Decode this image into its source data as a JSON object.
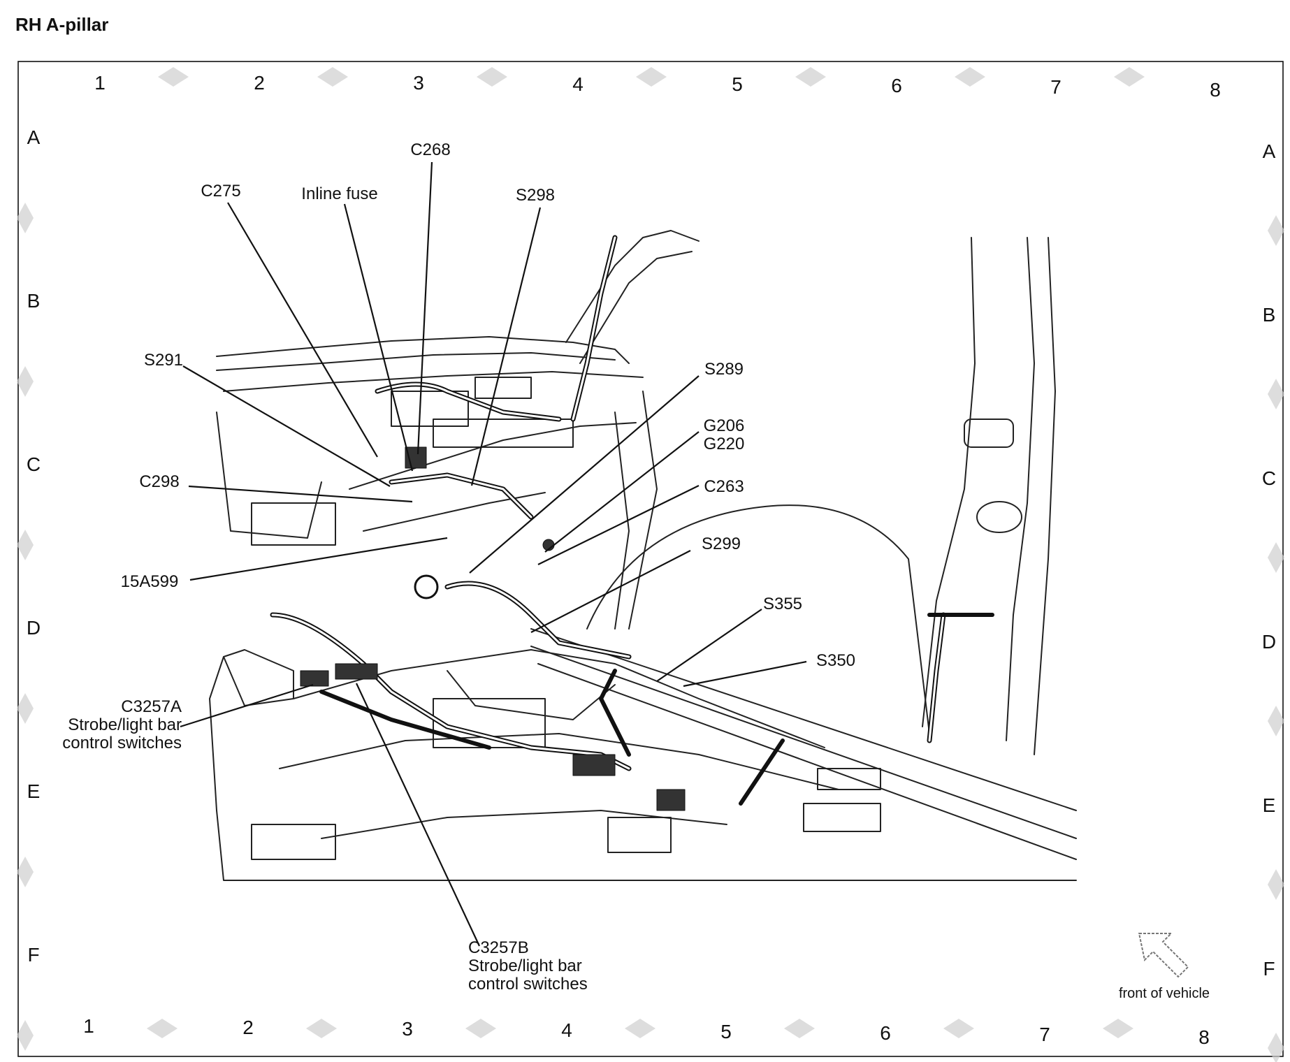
{
  "page_title": "RH A-pillar",
  "grid": {
    "columns": [
      "1",
      "2",
      "3",
      "4",
      "5",
      "6",
      "7",
      "8"
    ],
    "rows": [
      "A",
      "B",
      "C",
      "D",
      "E",
      "F"
    ]
  },
  "callouts": [
    {
      "id": "c268",
      "lines": [
        "C268"
      ]
    },
    {
      "id": "c275",
      "lines": [
        "C275"
      ]
    },
    {
      "id": "inline-fuse",
      "lines": [
        "Inline fuse"
      ]
    },
    {
      "id": "s298",
      "lines": [
        "S298"
      ]
    },
    {
      "id": "s291",
      "lines": [
        "S291"
      ]
    },
    {
      "id": "s289",
      "lines": [
        "S289"
      ]
    },
    {
      "id": "g206-g220",
      "lines": [
        "G206",
        "G220"
      ]
    },
    {
      "id": "c263",
      "lines": [
        "C263"
      ]
    },
    {
      "id": "c298",
      "lines": [
        "C298"
      ]
    },
    {
      "id": "s299",
      "lines": [
        "S299"
      ]
    },
    {
      "id": "15a599",
      "lines": [
        "15A599"
      ]
    },
    {
      "id": "s355",
      "lines": [
        "S355"
      ]
    },
    {
      "id": "s350",
      "lines": [
        "S350"
      ]
    },
    {
      "id": "c3257a",
      "lines": [
        "C3257A",
        "Strobe/light bar",
        "control switches"
      ]
    },
    {
      "id": "c3257b",
      "lines": [
        "C3257B",
        "Strobe/light bar",
        "control switches"
      ]
    }
  ],
  "orientation": {
    "label": "front of vehicle",
    "icon": "arrow-up-left-icon"
  },
  "colors": {
    "ink": "#111111",
    "paper": "#ffffff",
    "grid_marks": "#bfbfbf"
  }
}
